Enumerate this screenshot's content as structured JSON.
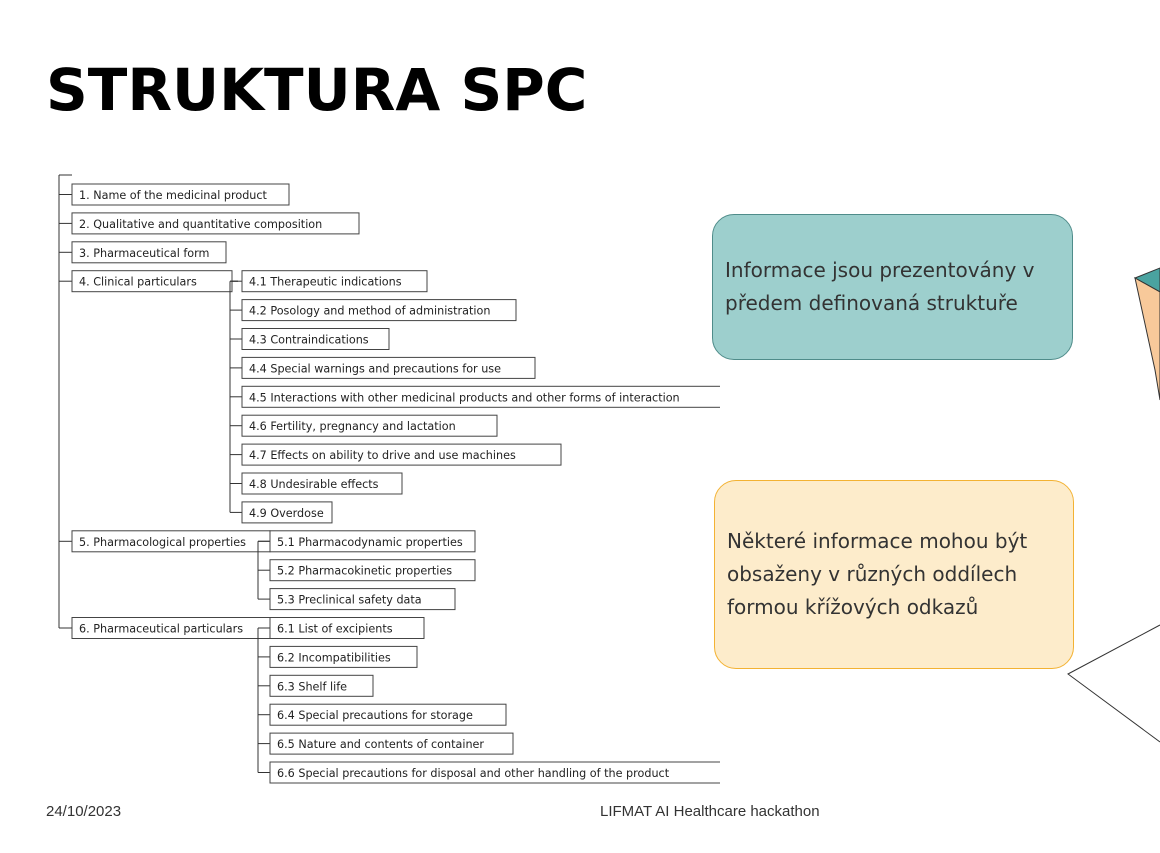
{
  "slide": {
    "title": "STRUKTURA SPC",
    "footer_date": "24/10/2023",
    "footer_event": "LIFMAT AI Healthcare hackathon"
  },
  "tree": {
    "sections": [
      {
        "label": "1. Name of the medicinal product",
        "children": []
      },
      {
        "label": "2. Qualitative and quantitative composition",
        "children": []
      },
      {
        "label": "3. Pharmaceutical form",
        "children": []
      },
      {
        "label": "4. Clinical particulars",
        "children": [
          "4.1 Therapeutic indications",
          "4.2 Posology and method of administration",
          "4.3 Contraindications",
          "4.4 Special warnings and precautions for use",
          "4.5 Interactions with other medicinal products and other forms of interaction",
          "4.6 Fertility, pregnancy and lactation",
          "4.7 Effects on ability to drive and use machines",
          "4.8 Undesirable effects",
          "4.9 Overdose"
        ]
      },
      {
        "label": "5. Pharmacological properties",
        "children": [
          "5.1 Pharmacodynamic properties",
          "5.2 Pharmacokinetic properties",
          "5.3 Preclinical safety data"
        ]
      },
      {
        "label": "6. Pharmaceutical particulars",
        "children": [
          "6.1 List of excipients",
          "6.2 Incompatibilities",
          "6.3 Shelf life",
          "6.4 Special precautions for storage",
          "6.5 Nature and contents of container",
          "6.6 Special precautions for disposal and other handling of the product"
        ]
      }
    ]
  },
  "callouts": {
    "teal_text": "Informace jsou prezentovány v předem definovaná struktuře",
    "orange_text": "Některé informace mohou být obsaženy v různých oddílech formou křížových odkazů"
  },
  "colors": {
    "teal_fill": "#9dcfcd",
    "teal_border": "#4f8c8a",
    "orange_fill": "#fdeccb",
    "orange_border": "#f3b233",
    "deco_peach": "#f8c99a",
    "deco_teal": "#4aa3a0"
  }
}
